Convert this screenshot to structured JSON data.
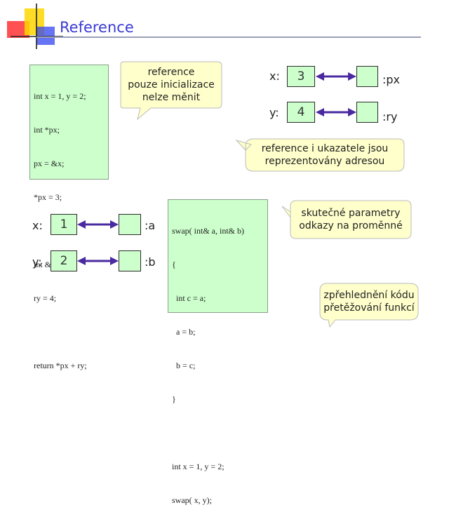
{
  "slide": {
    "title": "Reference"
  },
  "code1": {
    "lines": [
      "int x = 1, y = 2;",
      "int *px;",
      "px = &x;",
      "*px = 3;",
      "",
      "int &ry = y;",
      "ry = 4;",
      "",
      "return *px + ry;"
    ]
  },
  "code2": {
    "lines": [
      "swap( int& a, int& b)",
      "{",
      "  int c = a;",
      "  a = b;",
      "  b = c;",
      "}",
      "",
      "int x = 1, y = 2;",
      "swap( x, y);"
    ]
  },
  "diagram_top": {
    "x_label": "x:",
    "x_value": "3",
    "px_label": ":px",
    "y_label": "y:",
    "y_value": "4",
    "ry_label": ":ry"
  },
  "diagram_bottom": {
    "x_label": "x:",
    "x_value": "1",
    "a_label": ":a",
    "y_label": "y:",
    "y_value": "2",
    "b_label": ":b"
  },
  "callouts": {
    "c1": [
      "reference",
      "pouze inicializace",
      "nelze měnit"
    ],
    "c2": [
      "reference i ukazatele jsou",
      "reprezentovány adresou"
    ],
    "c3": [
      "skutečné parametry",
      "odkazy na proměnné"
    ],
    "c4": [
      "zpřehlednění kódu",
      "přetěžování funkcí"
    ]
  },
  "colors": {
    "title": "#3a3ad6",
    "arrow": "#4a2aa0",
    "code_bg": "#ccffcc",
    "cell_bg": "#ccffcc",
    "bubble_bg": "#ffffcc",
    "logo_red": "#ff3333",
    "logo_yellow": "#ffd700",
    "logo_blue": "#3344ee"
  }
}
